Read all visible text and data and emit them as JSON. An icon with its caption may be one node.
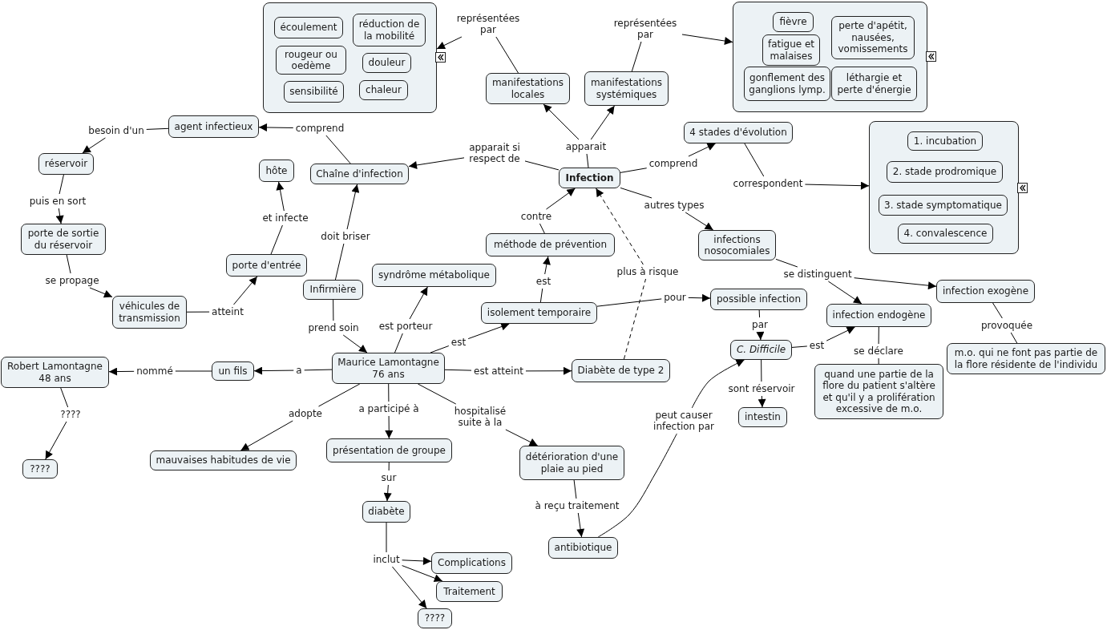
{
  "diagram": {
    "nodes": [
      {
        "text": [],
        "shape": "box"
      },
      {
        "text": [
          "écoulement"
        ],
        "in": 0
      },
      {
        "text": [
          "réduction de la mobilité"
        ],
        "in": 0
      },
      {
        "text": [
          "rougeur ou oedème"
        ],
        "in": 0
      },
      {
        "text": [
          "douleur"
        ],
        "in": 0
      },
      {
        "text": [
          "sensibilité"
        ],
        "in": 0
      },
      {
        "text": [
          "chaleur"
        ],
        "in": 0
      },
      {
        "text": [
          "représentées par"
        ]
      },
      {
        "text": [
          "représentées par"
        ]
      },
      {
        "text": [],
        "shape": "box"
      },
      {
        "text": [
          "fièvre"
        ],
        "in": 9
      },
      {
        "text": [
          "perte d'apétit, nausées, vomissements"
        ],
        "in": 9
      },
      {
        "text": [
          "fatigue et malaises"
        ],
        "in": 9
      },
      {
        "text": [
          "gonflement des ganglions lymp."
        ],
        "in": 9
      },
      {
        "text": [
          "léthargie et perte d'énergie"
        ],
        "in": 9
      },
      {
        "text": [
          "manifestations locales"
        ]
      },
      {
        "text": [
          "manifestations systémiques"
        ]
      },
      {
        "text": [
          "agent infectieux"
        ]
      },
      {
        "text": [
          "comprend"
        ]
      },
      {
        "text": [
          "besoin d'un"
        ]
      },
      {
        "text": [
          "4 stades d'évolution"
        ]
      },
      {
        "text": [],
        "shape": "box"
      },
      {
        "text": [
          "1. incubation"
        ],
        "in": 21
      },
      {
        "text": [
          "2. stade prodromique"
        ],
        "in": 21
      },
      {
        "text": [
          "3. stade symptomatique"
        ],
        "in": 21
      },
      {
        "text": [
          "4. convalescence"
        ],
        "in": 21
      },
      {
        "text": [
          "apparait"
        ]
      },
      {
        "text": [
          "apparait si respect de"
        ]
      },
      {
        "text": [
          "réservoir"
        ]
      },
      {
        "text": [
          "hôte"
        ]
      },
      {
        "text": [
          "Chaîne d'infection"
        ]
      },
      {
        "text": [
          "Infection"
        ]
      },
      {
        "text": [
          "comprend"
        ]
      },
      {
        "text": [
          "correspondent"
        ]
      },
      {
        "text": [
          "puis en sort"
        ]
      },
      {
        "text": [
          "autres types"
        ]
      },
      {
        "text": [
          "contre"
        ]
      },
      {
        "text": [
          "et infecte"
        ]
      },
      {
        "text": [
          "porte de sortie du réservoir"
        ]
      },
      {
        "text": [
          "infections nosocomiales"
        ]
      },
      {
        "text": [
          "doit briser"
        ]
      },
      {
        "text": [
          "méthode de prévention"
        ]
      },
      {
        "text": [
          "porte d'entrée"
        ]
      },
      {
        "text": [
          "syndrôme métabolique"
        ]
      },
      {
        "text": [
          "plus à risque"
        ]
      },
      {
        "text": [
          "se propage"
        ]
      },
      {
        "text": [
          "se distinguent"
        ]
      },
      {
        "text": [
          "est"
        ]
      },
      {
        "text": [
          "Infirmière"
        ]
      },
      {
        "text": [
          "infection exogène"
        ]
      },
      {
        "text": [
          "pour"
        ]
      },
      {
        "text": [
          "possible infection"
        ]
      },
      {
        "text": [
          "véhicules de transmission"
        ]
      },
      {
        "text": [
          "atteint"
        ]
      },
      {
        "text": [
          "isolement temporaire"
        ]
      },
      {
        "text": [
          "infection endogène"
        ]
      },
      {
        "text": [
          "par"
        ]
      },
      {
        "text": [
          "est porteur"
        ]
      },
      {
        "text": [
          "provoquée"
        ]
      },
      {
        "text": [
          "prend soin"
        ]
      },
      {
        "text": [
          "est"
        ]
      },
      {
        "text": [
          "C. Difficile"
        ]
      },
      {
        "text": [
          "est"
        ]
      },
      {
        "text": [
          "m.o. qui ne font pas partie de la flore résidente de l'individu"
        ]
      },
      {
        "text": [
          "se déclare"
        ]
      },
      {
        "text": [
          "Robert Lamontagne 48 ans"
        ]
      },
      {
        "text": [
          "nommé"
        ]
      },
      {
        "text": [
          "un fils"
        ]
      },
      {
        "text": [
          "a"
        ]
      },
      {
        "text": [
          "Maurice Lamontagne 76 ans"
        ]
      },
      {
        "text": [
          "est atteint"
        ]
      },
      {
        "text": [
          "Diabète de type 2"
        ]
      },
      {
        "text": [
          "quand une partie de la flore du patient s'altère et qu'il y a prolifération excessive de m.o."
        ]
      },
      {
        "text": [
          "sont réservoir"
        ]
      },
      {
        "text": [
          "intestin"
        ]
      },
      {
        "text": [
          "????"
        ]
      },
      {
        "text": [
          "adopte"
        ]
      },
      {
        "text": [
          "a participé à"
        ]
      },
      {
        "text": [
          "hospitalisé suite à la"
        ]
      },
      {
        "text": [
          "peut causer infection par"
        ]
      },
      {
        "text": [
          "mauvaises habitudes de vie"
        ]
      },
      {
        "text": [
          "présentation de groupe"
        ]
      },
      {
        "text": [
          "détérioration d'une plaie au pied"
        ]
      },
      {
        "text": [
          "????"
        ]
      },
      {
        "text": [
          "sur"
        ]
      },
      {
        "text": [
          "à reçu traitement"
        ]
      },
      {
        "text": [
          "diabète"
        ]
      },
      {
        "text": [
          "antibiotique"
        ]
      },
      {
        "text": [
          "inclut"
        ]
      },
      {
        "text": [
          "Complications"
        ]
      },
      {
        "text": [
          "Traitement"
        ]
      },
      {
        "text": [
          "????"
        ]
      }
    ],
    "edges": [
      {
        "from": 30,
        "to": 18,
        "arrow": "none"
      },
      {
        "from": 18,
        "to": 17,
        "arrow": "to"
      },
      {
        "from": 17,
        "to": 19,
        "arrow": "none"
      },
      {
        "from": 19,
        "to": 28,
        "arrow": "to"
      },
      {
        "from": 28,
        "to": 34,
        "arrow": "none"
      },
      {
        "from": 34,
        "to": 38,
        "arrow": "to"
      },
      {
        "from": 38,
        "to": 45,
        "arrow": "none"
      },
      {
        "from": 45,
        "to": 52,
        "arrow": "to"
      },
      {
        "from": 52,
        "to": 53,
        "arrow": "none"
      },
      {
        "from": 53,
        "to": 42,
        "arrow": "to"
      },
      {
        "from": 42,
        "to": 37,
        "arrow": "none"
      },
      {
        "from": 37,
        "to": 29,
        "arrow": "to"
      },
      {
        "from": 48,
        "to": 40,
        "arrow": "none"
      },
      {
        "from": 40,
        "to": 30,
        "arrow": "to"
      },
      {
        "from": 48,
        "to": 59,
        "arrow": "none"
      },
      {
        "from": 59,
        "to": 69,
        "arrow": "to"
      },
      {
        "from": 31,
        "to": 27,
        "arrow": "none"
      },
      {
        "from": 27,
        "to": 30,
        "arrow": "to"
      },
      {
        "from": 31,
        "to": 26,
        "arrow": "none"
      },
      {
        "from": 26,
        "to": 15,
        "arrow": "to"
      },
      {
        "from": 26,
        "to": 16,
        "arrow": "to"
      },
      {
        "from": 15,
        "to": 7,
        "arrow": "none"
      },
      {
        "from": 7,
        "to": 0,
        "arrow": "to"
      },
      {
        "from": 16,
        "to": 8,
        "arrow": "none"
      },
      {
        "from": 8,
        "to": 9,
        "arrow": "to"
      },
      {
        "from": 31,
        "to": 32,
        "arrow": "none"
      },
      {
        "from": 32,
        "to": 20,
        "arrow": "to"
      },
      {
        "from": 20,
        "to": 33,
        "arrow": "none"
      },
      {
        "from": 33,
        "to": 21,
        "arrow": "to"
      },
      {
        "from": 31,
        "to": 35,
        "arrow": "none"
      },
      {
        "from": 35,
        "to": 39,
        "arrow": "to"
      },
      {
        "from": 39,
        "to": 46,
        "arrow": "none"
      },
      {
        "from": 46,
        "to": 55,
        "arrow": "to"
      },
      {
        "from": 46,
        "to": 49,
        "arrow": "to"
      },
      {
        "from": 49,
        "to": 58,
        "arrow": "none"
      },
      {
        "from": 58,
        "to": 63,
        "arrow": "none"
      },
      {
        "from": 55,
        "to": 64,
        "arrow": "none"
      },
      {
        "from": 64,
        "to": 72,
        "arrow": "none"
      },
      {
        "from": 41,
        "to": 36,
        "arrow": "none"
      },
      {
        "from": 36,
        "to": 31,
        "arrow": "to"
      },
      {
        "from": 54,
        "to": 47,
        "arrow": "none"
      },
      {
        "from": 47,
        "to": 41,
        "arrow": "to"
      },
      {
        "from": 54,
        "to": 50,
        "arrow": "none"
      },
      {
        "from": 50,
        "to": 51,
        "arrow": "to"
      },
      {
        "from": 69,
        "to": 60,
        "arrow": "none"
      },
      {
        "from": 60,
        "to": 54,
        "arrow": "to"
      },
      {
        "from": 69,
        "to": 57,
        "arrow": "none"
      },
      {
        "from": 57,
        "to": 43,
        "arrow": "to"
      },
      {
        "from": 69,
        "to": 70,
        "arrow": "none"
      },
      {
        "from": 70,
        "to": 71,
        "arrow": "to"
      },
      {
        "from": 71,
        "to": 44,
        "arrow": "none",
        "style": "dashed"
      },
      {
        "from": 44,
        "to": 31,
        "arrow": "to",
        "style": "dashed"
      },
      {
        "from": 69,
        "to": 68,
        "arrow": "none"
      },
      {
        "from": 68,
        "to": 67,
        "arrow": "to"
      },
      {
        "from": 67,
        "to": 66,
        "arrow": "none"
      },
      {
        "from": 66,
        "to": 65,
        "arrow": "to"
      },
      {
        "from": 65,
        "to": 75,
        "arrow": "none"
      },
      {
        "from": 75,
        "to": 83,
        "arrow": "to"
      },
      {
        "from": 69,
        "to": 76,
        "arrow": "none"
      },
      {
        "from": 76,
        "to": 80,
        "arrow": "to"
      },
      {
        "from": 69,
        "to": 77,
        "arrow": "none"
      },
      {
        "from": 77,
        "to": 81,
        "arrow": "to"
      },
      {
        "from": 81,
        "to": 84,
        "arrow": "none"
      },
      {
        "from": 84,
        "to": 86,
        "arrow": "to"
      },
      {
        "from": 86,
        "to": 88,
        "arrow": "none"
      },
      {
        "from": 88,
        "to": 89,
        "arrow": "to"
      },
      {
        "from": 88,
        "to": 90,
        "arrow": "to"
      },
      {
        "from": 88,
        "to": 91,
        "arrow": "to"
      },
      {
        "from": 69,
        "to": 78,
        "arrow": "none"
      },
      {
        "from": 78,
        "to": 82,
        "arrow": "to"
      },
      {
        "from": 82,
        "to": 85,
        "arrow": "none"
      },
      {
        "from": 85,
        "to": 87,
        "arrow": "to"
      },
      {
        "from": 87,
        "to": 79,
        "arrow": "none"
      },
      {
        "from": 79,
        "to": 61,
        "arrow": "to"
      },
      {
        "from": 51,
        "to": 56,
        "arrow": "none"
      },
      {
        "from": 56,
        "to": 61,
        "arrow": "to"
      },
      {
        "from": 61,
        "to": 73,
        "arrow": "none"
      },
      {
        "from": 73,
        "to": 74,
        "arrow": "to"
      },
      {
        "from": 61,
        "to": 62,
        "arrow": "none"
      },
      {
        "from": 62,
        "to": 55,
        "arrow": "to"
      }
    ]
  }
}
